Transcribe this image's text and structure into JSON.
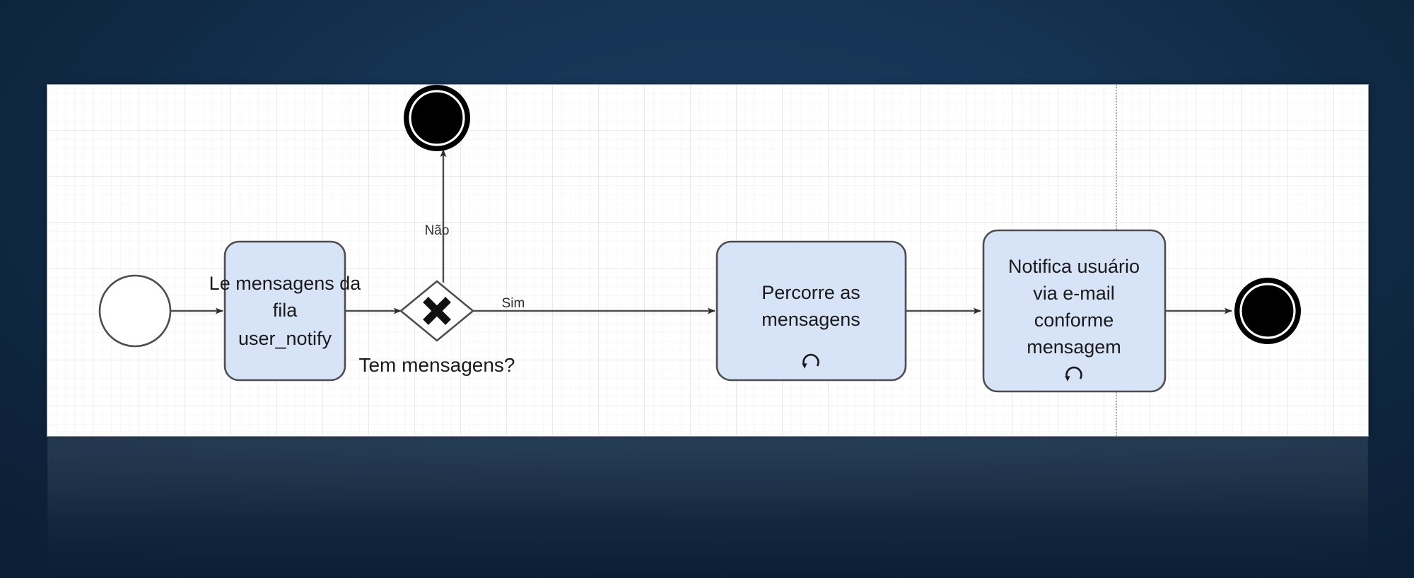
{
  "canvas": {
    "background_color": "#ffffff",
    "grid": "on",
    "page_break_marker": "vertical-dotted-line"
  },
  "theme": {
    "page_background_start": "#12304f",
    "page_background_end": "#0a1a2e",
    "task_fill": "#d7e3f7",
    "shape_stroke": "#4d4d4d",
    "text_color": "#1a1a1a",
    "end_event_fill": "#000000"
  },
  "diagram": {
    "type": "bpmn-process",
    "notation": "BPMN",
    "nodes": [
      {
        "id": "start",
        "kind": "start-event",
        "shape": "circle-hollow",
        "label": ""
      },
      {
        "id": "task-read-queue",
        "kind": "task",
        "shape": "rounded-rectangle",
        "label": "Le mensagens da fila user_notify",
        "lines": [
          "Le mensagens da",
          "fila",
          "user_notify"
        ],
        "marker": ""
      },
      {
        "id": "gateway-has-messages",
        "kind": "exclusive-gateway",
        "shape": "diamond",
        "glyph": "X",
        "label": "Tem mensagens?"
      },
      {
        "id": "end-no",
        "kind": "end-event",
        "shape": "circle-filled-thick-ring",
        "label": ""
      },
      {
        "id": "task-iterate-messages",
        "kind": "task",
        "shape": "rounded-rectangle",
        "label": "Percorre as mensagens",
        "lines": [
          "Percorre as",
          "mensagens"
        ],
        "marker": "loop-marker"
      },
      {
        "id": "task-notify-user",
        "kind": "task",
        "shape": "rounded-rectangle",
        "label": "Notifica usuário via e-mail conforme mensagem",
        "lines": [
          "Notifica usuário",
          "via e-mail",
          "conforme",
          "mensagem"
        ],
        "marker": "loop-marker"
      },
      {
        "id": "end-final",
        "kind": "end-event",
        "shape": "circle-filled-thick-ring",
        "label": ""
      }
    ],
    "edges": [
      {
        "id": "e1",
        "from": "start",
        "to": "task-read-queue",
        "label": ""
      },
      {
        "id": "e2",
        "from": "task-read-queue",
        "to": "gateway-has-messages",
        "label": ""
      },
      {
        "id": "e3",
        "from": "gateway-has-messages",
        "to": "end-no",
        "label": "Não"
      },
      {
        "id": "e4",
        "from": "gateway-has-messages",
        "to": "task-iterate-messages",
        "label": "Sim"
      },
      {
        "id": "e5",
        "from": "task-iterate-messages",
        "to": "task-notify-user",
        "label": ""
      },
      {
        "id": "e6",
        "from": "task-notify-user",
        "to": "end-final",
        "label": ""
      }
    ]
  },
  "labels": {
    "task_read_line1": "Le mensagens da",
    "task_read_line2": "fila",
    "task_read_line3": "user_notify",
    "gateway_question": "Tem mensagens?",
    "gateway_glyph": "X",
    "edge_nao": "Não",
    "edge_sim": "Sim",
    "task_iterate_line1": "Percorre as",
    "task_iterate_line2": "mensagens",
    "task_notify_line1": "Notifica usuário",
    "task_notify_line2": "via e-mail",
    "task_notify_line3": "conforme",
    "task_notify_line4": "mensagem"
  }
}
